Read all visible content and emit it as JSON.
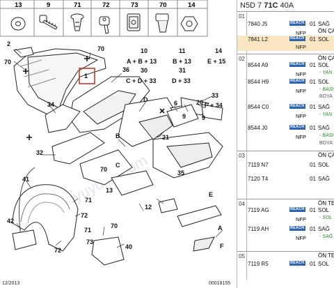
{
  "toolbar_labels": [
    "13",
    "9",
    "71",
    "72",
    "73",
    "70",
    "14"
  ],
  "callouts": [
    "2",
    "70",
    "70",
    "1",
    "10",
    "A + B + 13",
    "11",
    "B + 13",
    "14",
    "E + 15",
    "30",
    "C + D + 33",
    "31",
    "D + 33",
    "36",
    "33",
    "F + 34",
    "34",
    "6",
    "9",
    "D",
    "20",
    "21",
    "32",
    "B",
    "41",
    "70",
    "C",
    "13",
    "35",
    "71",
    "72",
    "12",
    "42",
    "72",
    "71",
    "73",
    "70",
    "40",
    "E",
    "A",
    "F",
    "9"
  ],
  "footer": {
    "date": "12/2013",
    "code": "00018155"
  },
  "watermark": "yuyuka.com",
  "table": {
    "header_prefix": "N5D 7",
    "header_code": "71C",
    "header_suffix": "40A",
    "reach_label": "REACH",
    "groups": [
      {
        "no": "01",
        "header_side": "ÖN ÇA",
        "rows": [
          {
            "ref": "7840 J5",
            "nfp": "NFP",
            "qty": "01",
            "side": "SAĞ",
            "reach": true,
            "hl": false
          },
          {
            "ref": "7841 L2",
            "nfp": "NFP",
            "qty": "01",
            "side": "SOL",
            "reach": true,
            "hl": true
          }
        ]
      },
      {
        "no": "02",
        "header_side": "ÖN ÇA",
        "rows": [
          {
            "ref": "8544 A9",
            "nfp": "NFP",
            "qty": "01",
            "side": "SOL",
            "reach": true,
            "note": "- YAN"
          },
          {
            "ref": "8544 H9",
            "nfp": "NFP",
            "qty": "01",
            "side": "SOL",
            "reach": true,
            "note": "- BASI",
            "note2": "BOYA"
          },
          {
            "ref": "8544 C0",
            "nfp": "NFP",
            "qty": "01",
            "side": "SAĞ",
            "reach": true,
            "note": "- YAN"
          },
          {
            "ref": "8544 J0",
            "nfp": "NFP",
            "qty": "01",
            "side": "SAĞ",
            "reach": true,
            "note": "- BASI",
            "note2": "BOYA"
          }
        ]
      },
      {
        "no": "03",
        "header_side": "ÖN ÇA",
        "rows": [
          {
            "ref": "7119 N7",
            "qty": "01",
            "side": "SOL",
            "reach": false
          },
          {
            "ref": "7120 T4",
            "qty": "01",
            "side": "SAĞ",
            "reach": false
          }
        ]
      },
      {
        "no": "04",
        "header_side": "ÖN TE",
        "rows": [
          {
            "ref": "7119 AG",
            "nfp": "NFP",
            "qty": "01",
            "side": "SOL",
            "reach": true,
            "note": "- SOL"
          },
          {
            "ref": "7119 AH",
            "nfp": "NFP",
            "qty": "01",
            "side": "SAĞ",
            "reach": true,
            "note": "- SAĞ"
          }
        ]
      },
      {
        "no": "05",
        "header_side": "ÖN TE",
        "rows": [
          {
            "ref": "7119 R5",
            "qty": "01",
            "side": "SOL",
            "reach": true
          }
        ]
      }
    ]
  }
}
